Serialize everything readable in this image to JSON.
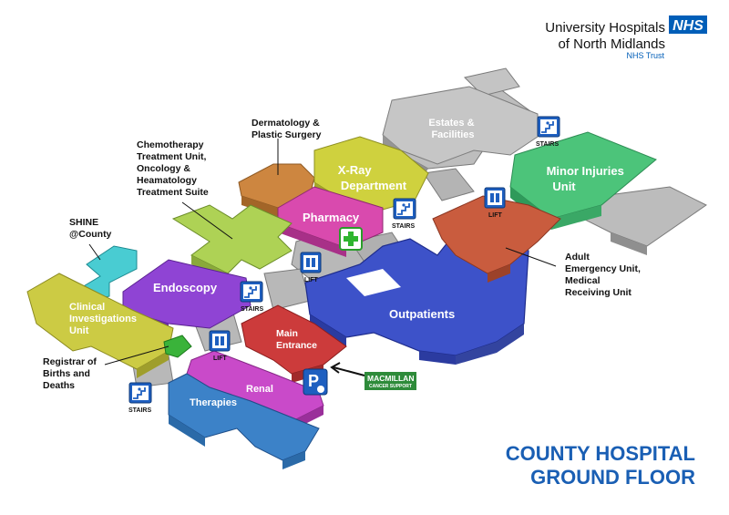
{
  "logo": {
    "line1": "University Hospitals",
    "line2": "of North Midlands",
    "nhs_badge": "NHS",
    "trust": "NHS Trust"
  },
  "title": {
    "line1": "COUNTY HOSPITAL",
    "line2": "GROUND FLOOR"
  },
  "departments": {
    "estates": [
      "Estates &",
      "Facilities"
    ],
    "dermatology": [
      "Dermatology &",
      "Plastic Surgery"
    ],
    "chemotherapy": [
      "Chemotherapy",
      "Treatment Unit,",
      "Oncology &",
      "Heamatology",
      "Treatment Suite"
    ],
    "xray": [
      "X-Ray",
      "Department"
    ],
    "minor_injuries": [
      "Minor Injuries",
      "Unit"
    ],
    "pharmacy": "Pharmacy",
    "shine": [
      "SHINE",
      "@County"
    ],
    "endoscopy": "Endoscopy",
    "adult_emergency": [
      "Adult",
      "Emergency Unit,",
      "Medical",
      "Receiving Unit"
    ],
    "clinical": [
      "Clinical",
      "Investigations",
      "Unit"
    ],
    "outpatients": "Outpatients",
    "main_entrance": [
      "Main",
      "Entrance"
    ],
    "registrar": [
      "Registrar of",
      "Births and",
      "Deaths"
    ],
    "renal": "Renal",
    "therapies": "Therapies"
  },
  "facilities": {
    "stairs_label": "STAIRS",
    "lift_label": "LIFT",
    "parking_letter": "P",
    "macmillan_line1": "MACMILLAN",
    "macmillan_line2": "CANCER SUPPORT"
  },
  "colors": {
    "nhs_blue": "#005EB8",
    "title_blue": "#1a5fb4",
    "outpatients": "#3a4fc4",
    "emergency": "#c8583a",
    "minor_injuries": "#3fba6b",
    "xray": "#c8cc3a",
    "pharmacy": "#cf3aa0",
    "dermatology": "#c87a2c",
    "chemotherapy": "#a6cc4a",
    "endoscopy": "#8a3acc",
    "shine": "#3ac4c8",
    "clinical": "#c4c43a",
    "main_entrance": "#c83a3a",
    "renal": "#c23ac4",
    "therapies": "#3a7cc4",
    "registrar": "#3ab03a",
    "corridor": "#b8b8b8",
    "macmillan": "#2e8b3a"
  }
}
